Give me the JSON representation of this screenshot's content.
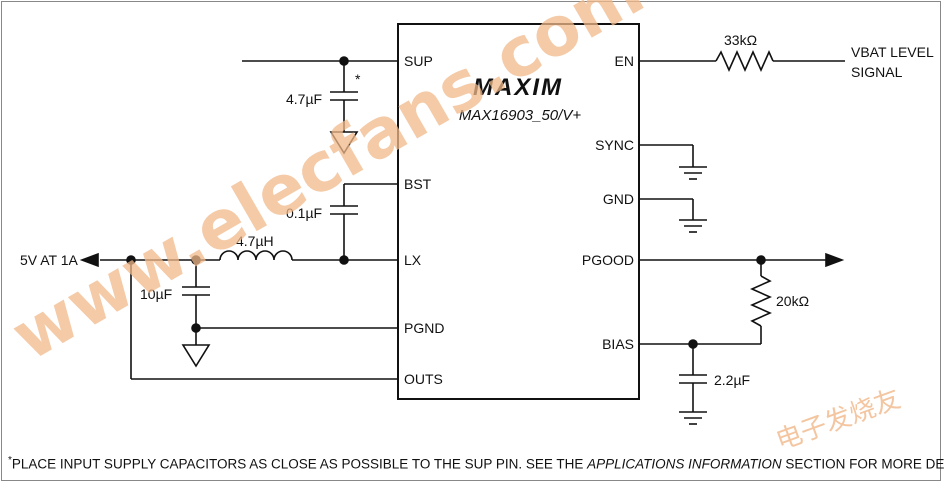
{
  "ic": {
    "brand": "MAXIM",
    "part": "MAX16903_50/V+",
    "pins_left": [
      "SUP",
      "BST",
      "LX",
      "PGND",
      "OUTS"
    ],
    "pins_right": [
      "EN",
      "SYNC",
      "GND",
      "PGOOD",
      "BIAS"
    ]
  },
  "components": {
    "c_sup": "4.7µF",
    "c_sup_mark": "*",
    "c_bst": "0.1µF",
    "l_out": "4.7µH",
    "c_out": "10µF",
    "r_en": "33kΩ",
    "r_pgood": "20kΩ",
    "c_bias": "2.2µF"
  },
  "signals": {
    "output": "5V AT 1A",
    "vbat_line1": "VBAT LEVEL",
    "vbat_line2": "SIGNAL"
  },
  "footnote": {
    "mark": "*",
    "text_a": "PLACE INPUT SUPPLY CAPACITORS AS CLOSE AS POSSIBLE TO THE SUP PIN. SEE THE ",
    "text_b": "APPLICATIONS INFORMATION",
    "text_c": " SECTION FOR MORE DETAILS."
  },
  "watermark": {
    "main": "www.elecfans.com",
    "corner": "电子发烧友"
  },
  "colors": {
    "line": "#111111",
    "watermark": "#f1b98a"
  }
}
